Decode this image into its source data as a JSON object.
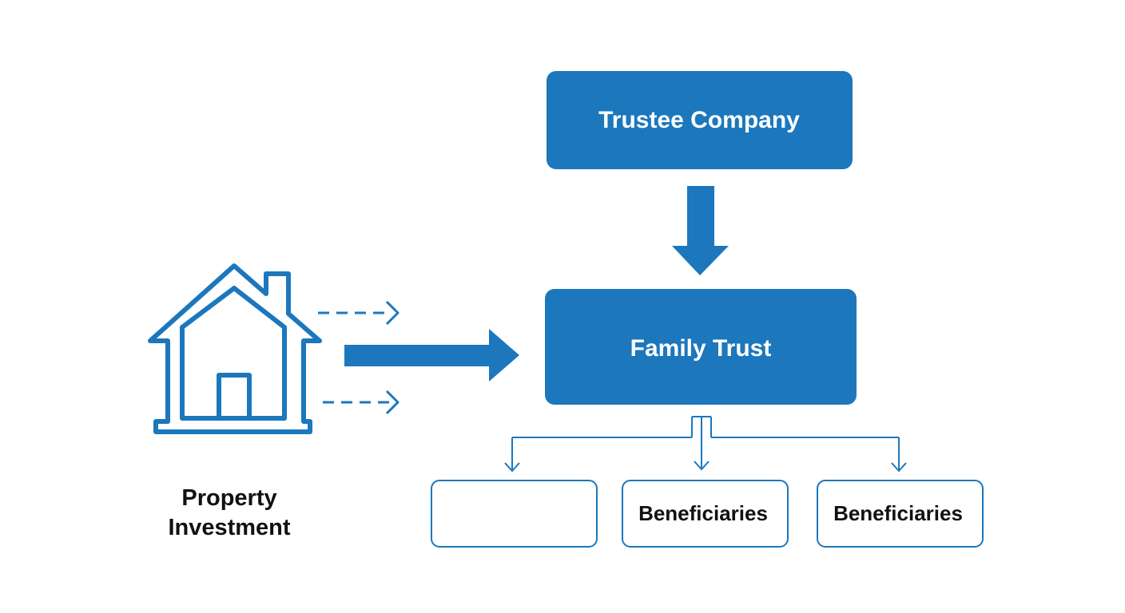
{
  "diagram": {
    "nodes": {
      "trustee_company": {
        "label": "Trustee Company"
      },
      "family_trust": {
        "label": "Family Trust"
      },
      "beneficiary_1": {
        "label": ""
      },
      "beneficiary_2": {
        "label": "Beneficiaries"
      },
      "beneficiary_3": {
        "label": "Beneficiaries"
      }
    },
    "property": {
      "label_line1": "Property",
      "label_line2": "Investment",
      "icon": "house-icon"
    },
    "edges": [
      {
        "from": "trustee_company",
        "to": "family_trust",
        "style": "thick-arrow"
      },
      {
        "from": "property",
        "to": "family_trust",
        "style": "thick-arrow"
      },
      {
        "from": "property",
        "to": "family_trust",
        "style": "dashed-arrow"
      },
      {
        "from": "property",
        "to": "family_trust",
        "style": "dashed-arrow"
      },
      {
        "from": "family_trust",
        "to": "beneficiary_1",
        "style": "thin-arrow"
      },
      {
        "from": "family_trust",
        "to": "beneficiary_2",
        "style": "thin-arrow"
      },
      {
        "from": "family_trust",
        "to": "beneficiary_3",
        "style": "thin-arrow"
      }
    ],
    "colors": {
      "primary": "#1c77bd",
      "text_dark": "#111111",
      "text_light": "#ffffff",
      "background": "#ffffff"
    }
  }
}
